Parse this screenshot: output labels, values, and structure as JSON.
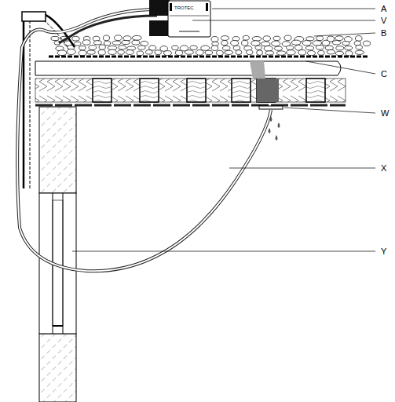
{
  "diagram": {
    "labels": [
      "A",
      "V",
      "B",
      "C",
      "W",
      "X",
      "Y",
      "TROTEC"
    ]
  }
}
